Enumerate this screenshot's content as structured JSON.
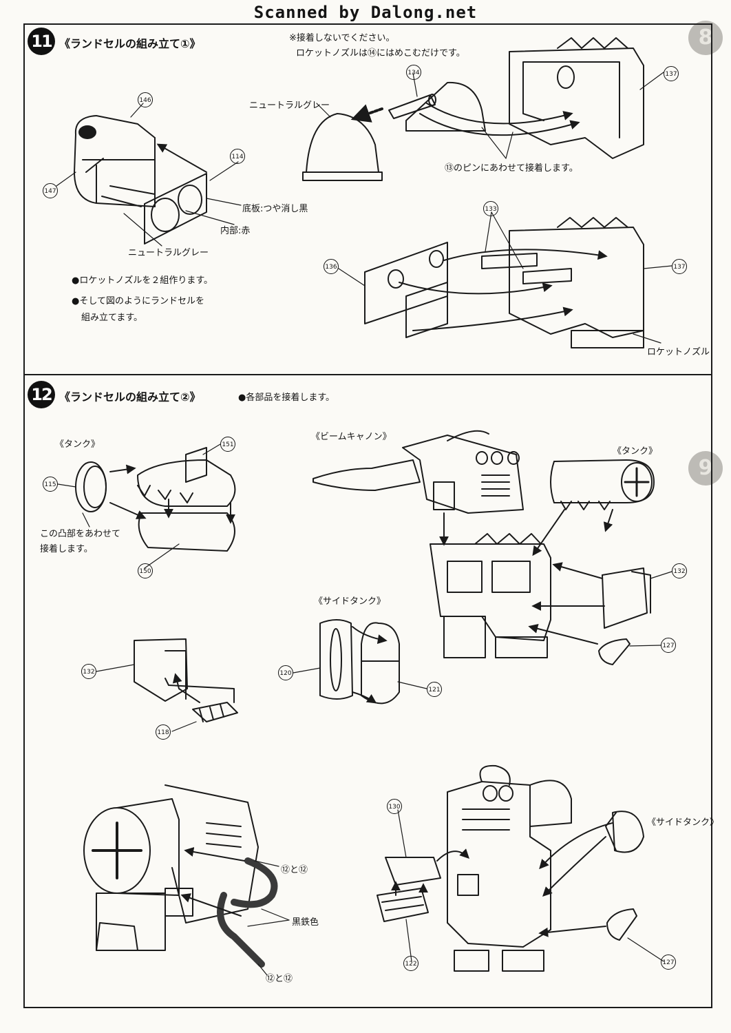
{
  "header": {
    "scan_credit": "Scanned by Dalong.net"
  },
  "step11": {
    "number": "11",
    "title": "《ランドセルの組み立て①》",
    "note_line1": "※接着しないでください。",
    "note_line2": "ロケットノズルは⑭にはめこむだけです。",
    "label_neutral_gray_top": "ニュートラルグレー",
    "label_neutral_gray_bottom": "ニュートラルグレー",
    "label_base_plate": "底板:つや消し黒",
    "label_inner": "内部:赤",
    "label_pin_instruction": "⑬のピンにあわせて接着します。",
    "label_rocket_nozzle": "ロケットノズル",
    "bullet1": "●ロケットノズルを２組作ります。",
    "bullet2_line1": "●そして図のようにランドセルを",
    "bullet2_line2": "組み立てます。",
    "parts": [
      "146",
      "147",
      "114",
      "134",
      "137",
      "133",
      "136"
    ]
  },
  "step12": {
    "number": "12",
    "title": "《ランドセルの組み立て②》",
    "note": "●各部品を接着します。",
    "label_tank_left": "《タンク》",
    "label_beam_cannon": "《ビームキャノン》",
    "label_tank_right": "《タンク》",
    "label_side_tank": "《サイドタンク》",
    "label_side_tank_bottom": "《サイドタンク》",
    "label_align_line1": "この凸部をあわせて",
    "label_align_line2": "接着します。",
    "label_black_iron": "黒鉄色",
    "label_hose_top": "⑫と⑫",
    "label_hose_bottom": "⑫と⑫",
    "parts": [
      "151",
      "115",
      "150",
      "132",
      "127",
      "120",
      "121",
      "118",
      "130",
      "122",
      "127"
    ]
  },
  "background_bleed": {
    "side_number_top": "8",
    "side_number_mid": "9"
  }
}
